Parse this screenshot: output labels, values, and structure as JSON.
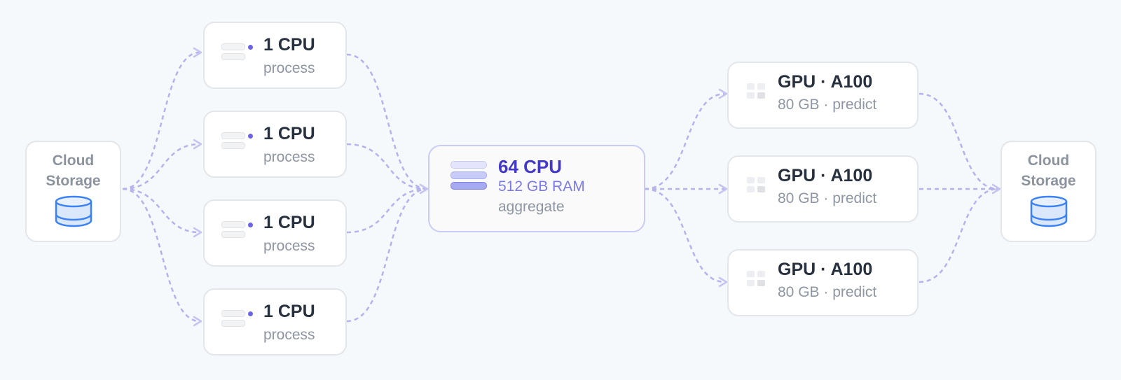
{
  "sources": {
    "storage_in": "Cloud\nStorage",
    "storage_out": "Cloud\nStorage"
  },
  "process_nodes": [
    {
      "title": "1 CPU",
      "task": "process"
    },
    {
      "title": "1 CPU",
      "task": "process"
    },
    {
      "title": "1 CPU",
      "task": "process"
    },
    {
      "title": "1 CPU",
      "task": "process"
    }
  ],
  "aggregate": {
    "title": "64 CPU",
    "ram": "512 GB RAM",
    "task": "aggregate"
  },
  "gpu_nodes": [
    {
      "title": "GPU · A100",
      "sub": "80 GB · predict"
    },
    {
      "title": "GPU · A100",
      "sub": "80 GB · predict"
    },
    {
      "title": "GPU · A100",
      "sub": "80 GB · predict"
    }
  ],
  "colors": {
    "accent": "#4338ca",
    "edge": "#b5b2ee",
    "storage_icon": "#3b82f6",
    "node_border": "#e3e6ea",
    "background": "#f6f9fb"
  },
  "icons": {
    "storage": "database-icon",
    "process": "server-icon",
    "aggregate": "server-stack-icon",
    "gpu": "gpu-chip-icon"
  }
}
